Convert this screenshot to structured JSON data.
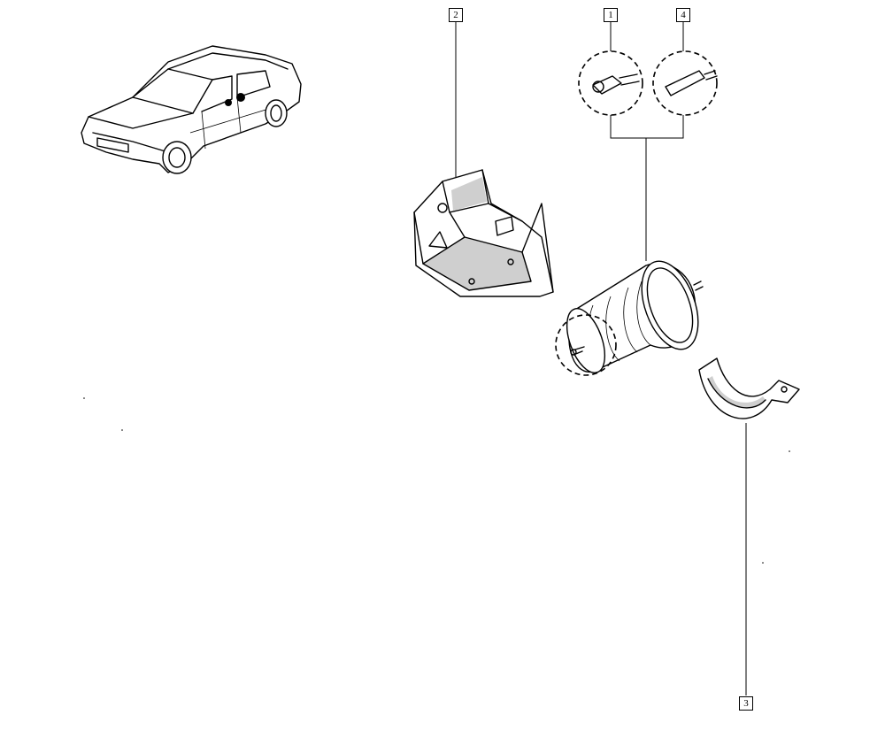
{
  "callouts": {
    "c1": "1",
    "c2": "2",
    "c3": "3",
    "c4": "4"
  },
  "colors": {
    "line": "#000000",
    "background": "#ffffff",
    "shading": "#cfcfcf"
  }
}
